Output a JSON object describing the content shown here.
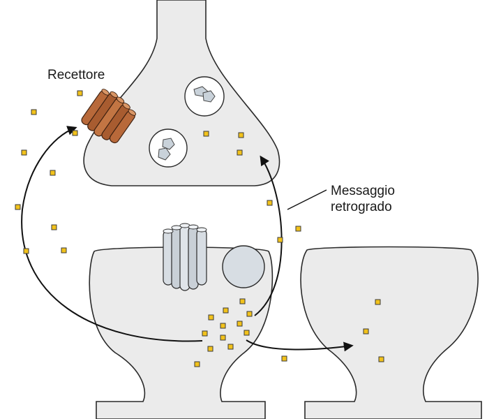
{
  "labels": {
    "receptor": "Recettore",
    "message_line1": "Messaggio",
    "message_line2": "retrogrado"
  },
  "colors": {
    "cell_fill": "#ebebeb",
    "cell_stroke": "#2a2a2a",
    "molecule_fill": "#f2c21b",
    "receptor_brown": "#b8693a",
    "channel_fill": "#d7dde3",
    "arrow": "#111111"
  }
}
